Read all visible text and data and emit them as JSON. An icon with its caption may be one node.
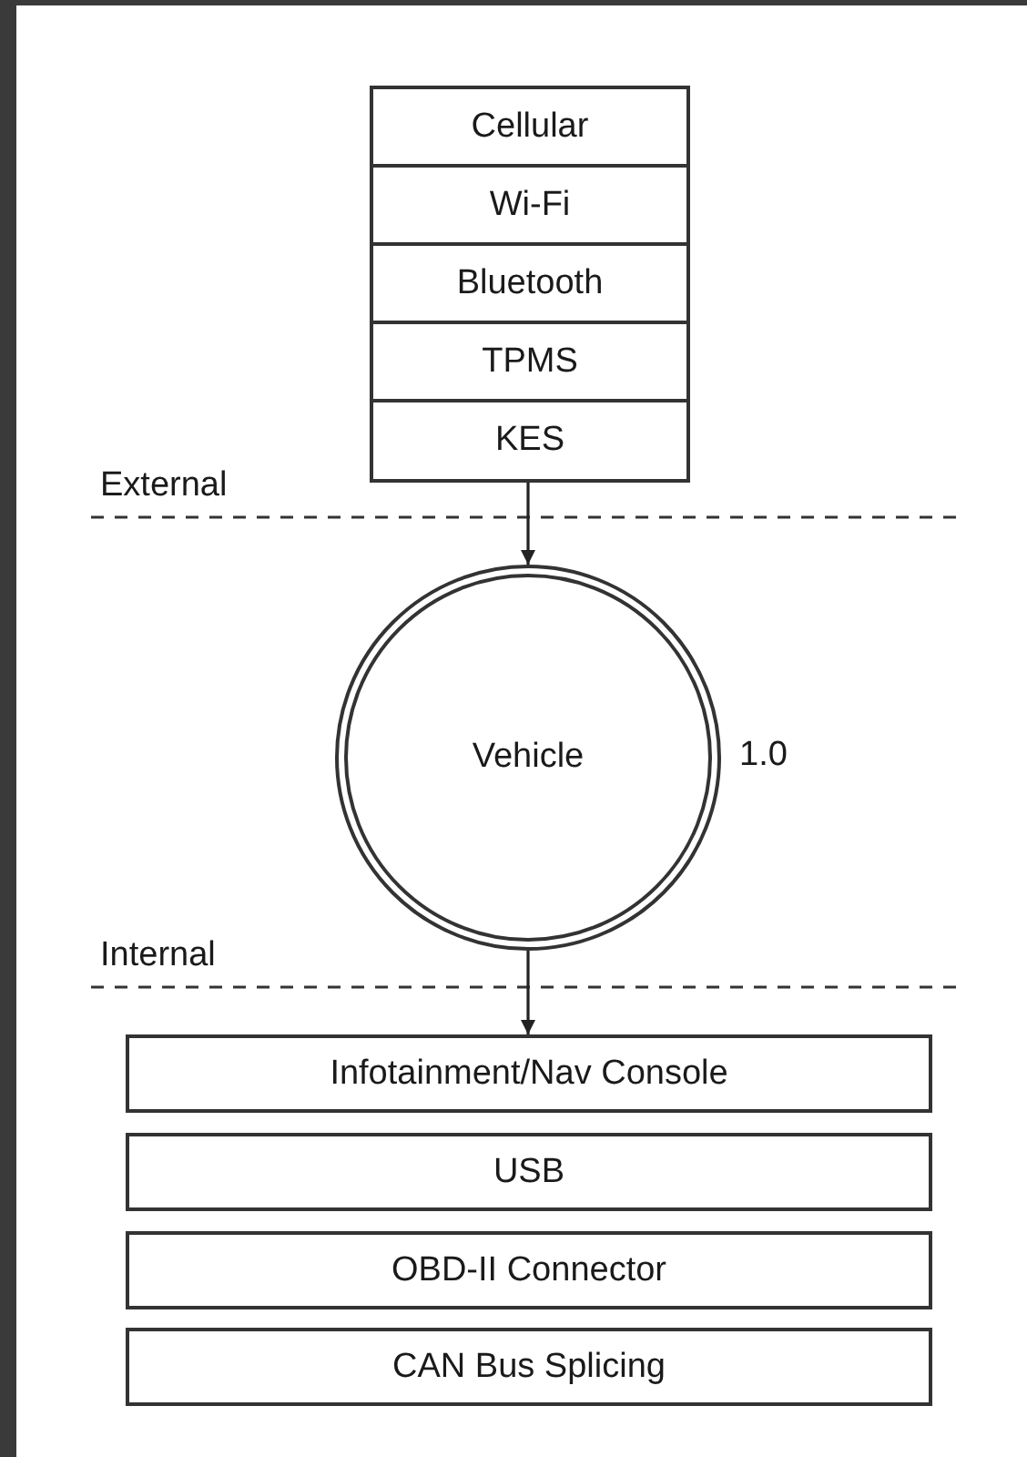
{
  "diagram": {
    "nodes": [
      {
        "text": [
          "Cellular"
        ]
      },
      {
        "text": [
          "Wi-Fi"
        ]
      },
      {
        "text": [
          "Bluetooth"
        ]
      },
      {
        "text": [
          "TPMS"
        ]
      },
      {
        "text": [
          "KES"
        ]
      },
      {
        "text": [
          "Vehicle"
        ],
        "beside": [
          "1.0"
        ]
      },
      {
        "text": [
          "Infotainment/Nav Console"
        ]
      },
      {
        "text": [
          "USB"
        ]
      },
      {
        "text": [
          "OBD-II Connector"
        ]
      },
      {
        "text": [
          "CAN Bus Splicing"
        ]
      }
    ],
    "edges": [
      {
        "from": 4,
        "to": 5,
        "arrow": "to"
      },
      {
        "from": 5,
        "to": 6,
        "arrow": "to"
      }
    ],
    "labels": [
      "External",
      "Internal"
    ]
  }
}
